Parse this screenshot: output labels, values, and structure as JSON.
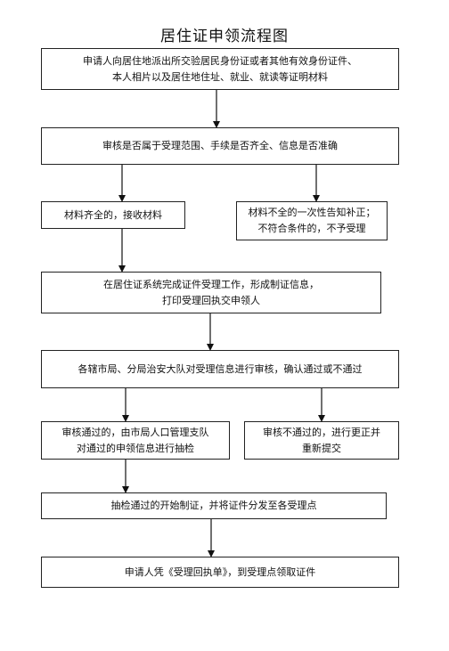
{
  "title": "居住证申领流程图",
  "steps": {
    "apply": {
      "line1": "申请人向居住地派出所交验居民身份证或者其他有效身份证件、",
      "line2": "本人相片以及居住地住址、就业、就读等证明材料"
    },
    "review": {
      "line1": "审核是否属于受理范围、手续是否齐全、信息是否准确"
    },
    "complete": {
      "line1": "材料齐全的，接收材料"
    },
    "incomplete": {
      "line1": "材料不全的一次性告知补正；",
      "line2": "不符合条件的，不予受理"
    },
    "system": {
      "line1": "在居住证系统完成证件受理工作，形成制证信息，",
      "line2": "打印受理回执交申领人"
    },
    "bureau": {
      "line1": "各辖市局、分局治安大队对受理信息进行审核，确认通过或不通过"
    },
    "passed": {
      "line1": "审核通过的，由市局人口管理支队",
      "line2": "对通过的申领信息进行抽检"
    },
    "failed": {
      "line1": "审核不通过的，进行更正并",
      "line2": "重新提交"
    },
    "produce": {
      "line1": "抽检通过的开始制证，并将证件分发至各受理点"
    },
    "collect": {
      "line1": "申请人凭《受理回执单》，到受理点领取证件"
    }
  },
  "colors": {
    "border": "#222222",
    "arrow": "#111111",
    "text": "#111111"
  }
}
